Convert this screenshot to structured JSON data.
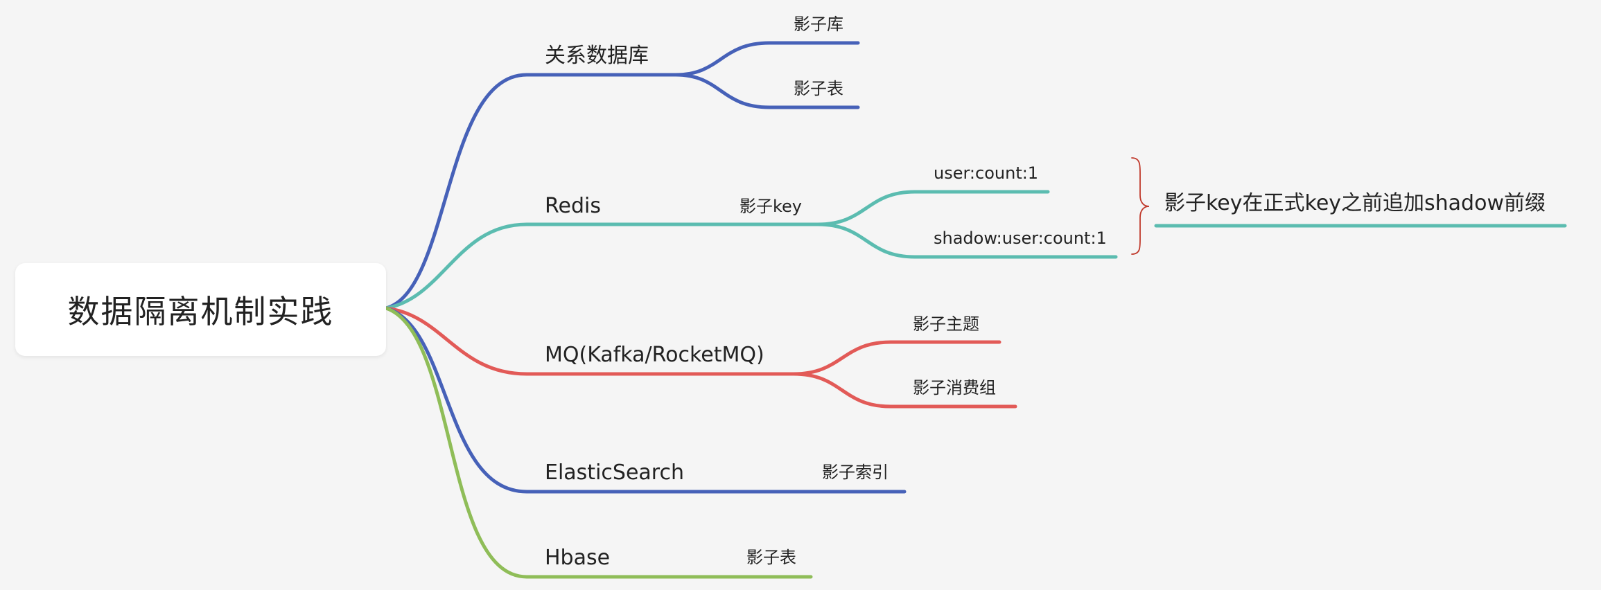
{
  "root": {
    "label": "数据隔离机制实践"
  },
  "colors": {
    "blue": "#4661b8",
    "teal": "#5bbcb0",
    "red": "#e25a57",
    "green": "#8fbd58",
    "brace": "#c0392b"
  },
  "branches": [
    {
      "label": "关系数据库",
      "color": "blue",
      "children": [
        {
          "label": "影子库"
        },
        {
          "label": "影子表"
        }
      ]
    },
    {
      "label": "Redis",
      "color": "teal",
      "children": [
        {
          "label": "影子key",
          "children": [
            {
              "label": "user:count:1"
            },
            {
              "label": "shadow:user:count:1"
            }
          ]
        }
      ],
      "note": "影子key在正式key之前追加shadow前缀"
    },
    {
      "label": "MQ(Kafka/RocketMQ)",
      "color": "red",
      "children": [
        {
          "label": "影子主题"
        },
        {
          "label": "影子消费组"
        }
      ]
    },
    {
      "label": "ElasticSearch",
      "color": "blue",
      "children": [
        {
          "label": "影子索引"
        }
      ]
    },
    {
      "label": "Hbase",
      "color": "green",
      "children": [
        {
          "label": "影子表"
        }
      ]
    }
  ]
}
